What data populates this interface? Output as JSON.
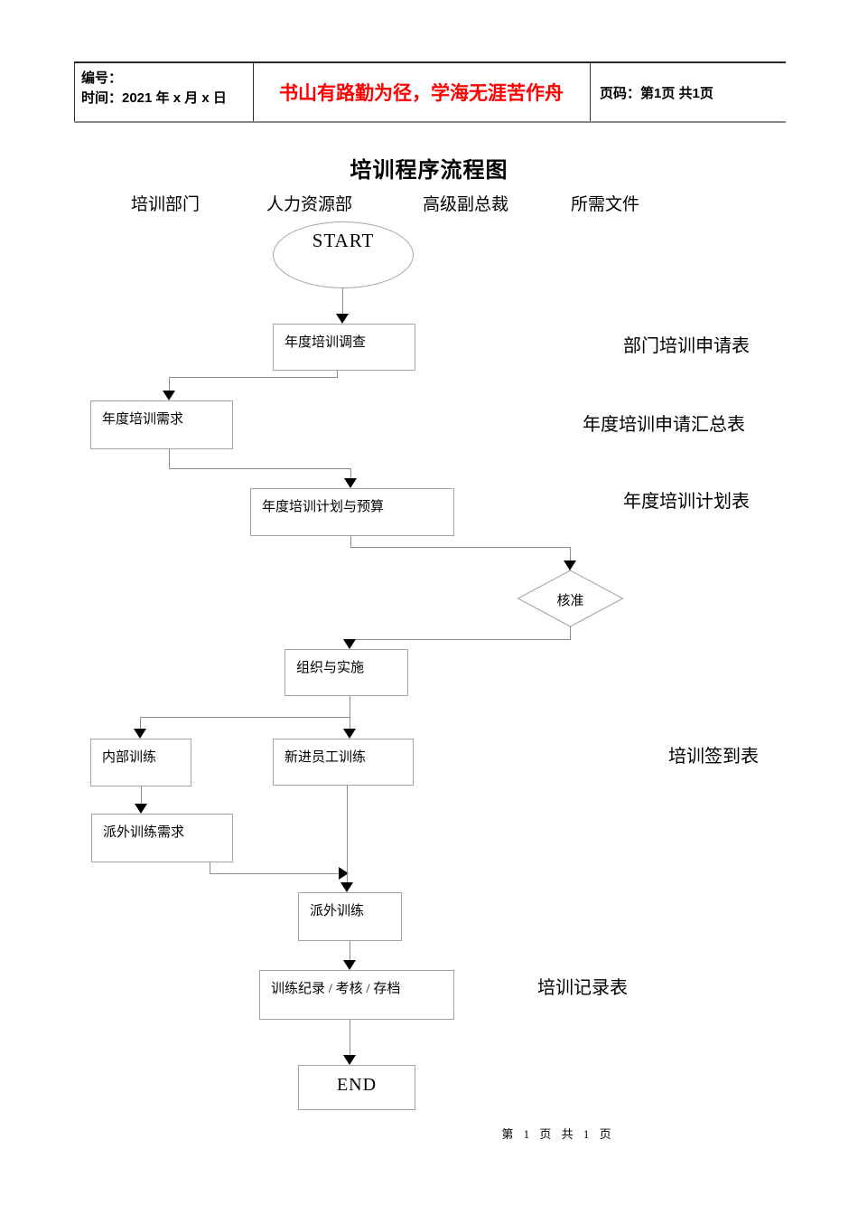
{
  "header_table": {
    "number_label": "编号：",
    "time_label": "时间：2021 年 x 月 x 日",
    "slogan": "书山有路勤为径，学海无涯苦作舟",
    "page_label": "页码：第1页 共1页"
  },
  "title": "培训程序流程图",
  "columns": {
    "training_dept": "培训部门",
    "hr_dept": "人力资源部",
    "senior_vp": "高级副总裁",
    "required_docs": "所需文件"
  },
  "flowchart": {
    "start_label": "START",
    "end_label": "END",
    "boxes": {
      "survey": "年度培训调查",
      "needs": "年度培训需求",
      "plan": "年度培训计划与预算",
      "approve": "核准",
      "organize": "组织与实施",
      "internal": "内部训练",
      "new_employee": "新进员工训练",
      "external_needs": "派外训练需求",
      "external": "派外训练",
      "records": "训练纪录 / 考核 / 存档"
    },
    "documents": {
      "dept_application": "部门培训申请表",
      "annual_summary": "年度培训申请汇总表",
      "annual_plan": "年度培训计划表",
      "signin": "培训签到表",
      "record": "培训记录表"
    }
  },
  "footer": "第 1 页 共 1 页",
  "colors": {
    "slogan": "#ff0000",
    "shape_border": "#a3a3a3",
    "connector": "#8c8c8c"
  }
}
